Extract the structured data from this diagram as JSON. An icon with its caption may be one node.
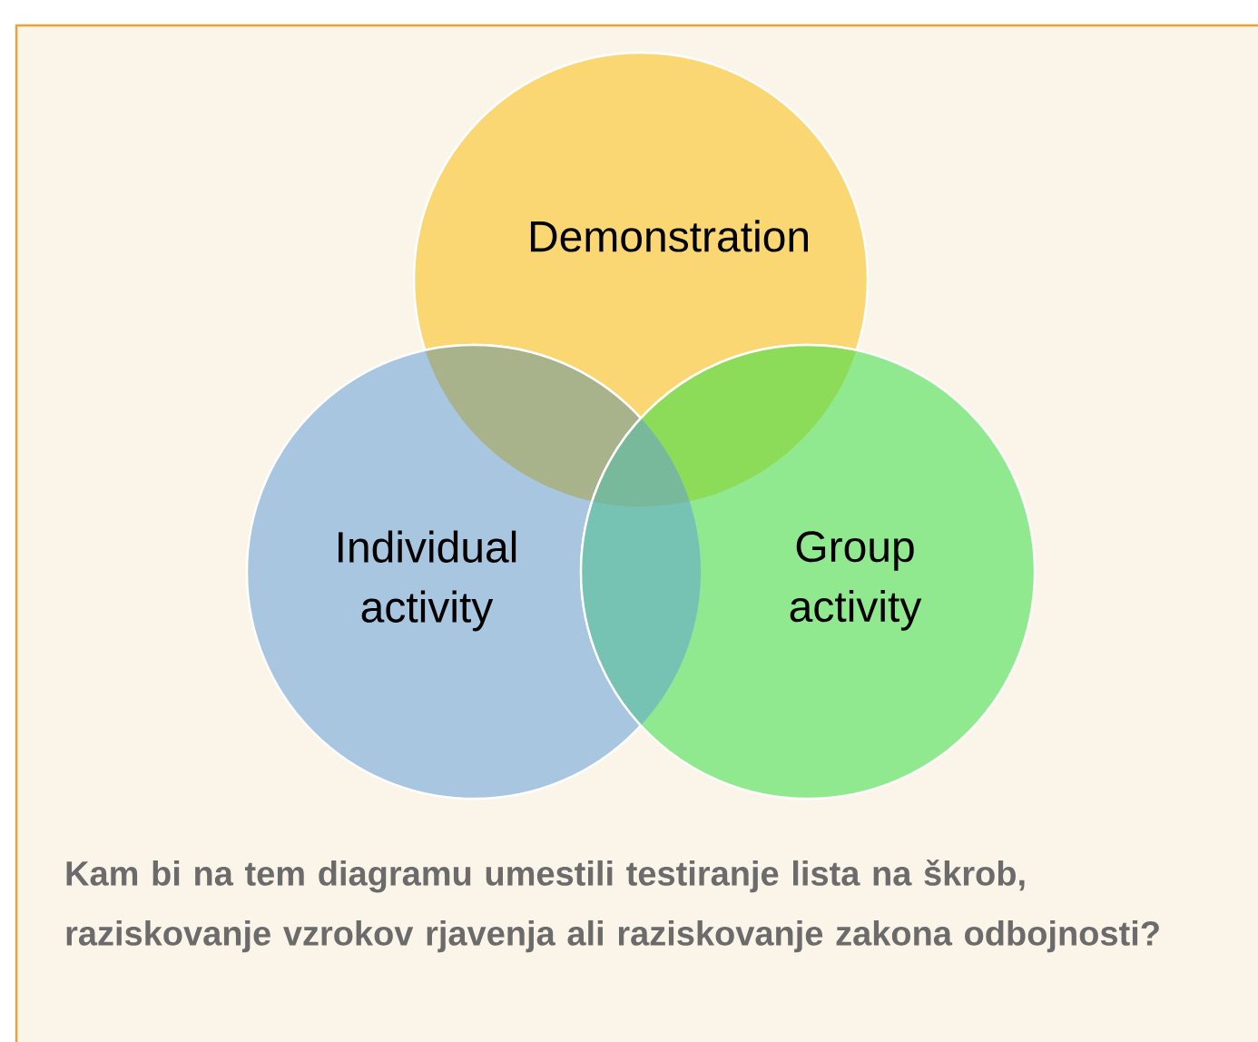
{
  "diagram": {
    "caption": "Kam bi na tem diagramu umestili testiranje lista na škrob, raziskovanje vzrokov rjavenja ali raziskovanje zakona odbojnosti?",
    "nodes": [
      {
        "text": [
          "Demonstration"
        ]
      },
      {
        "text": [
          "Individual activity"
        ]
      },
      {
        "text": [
          "Group activity"
        ]
      }
    ]
  }
}
